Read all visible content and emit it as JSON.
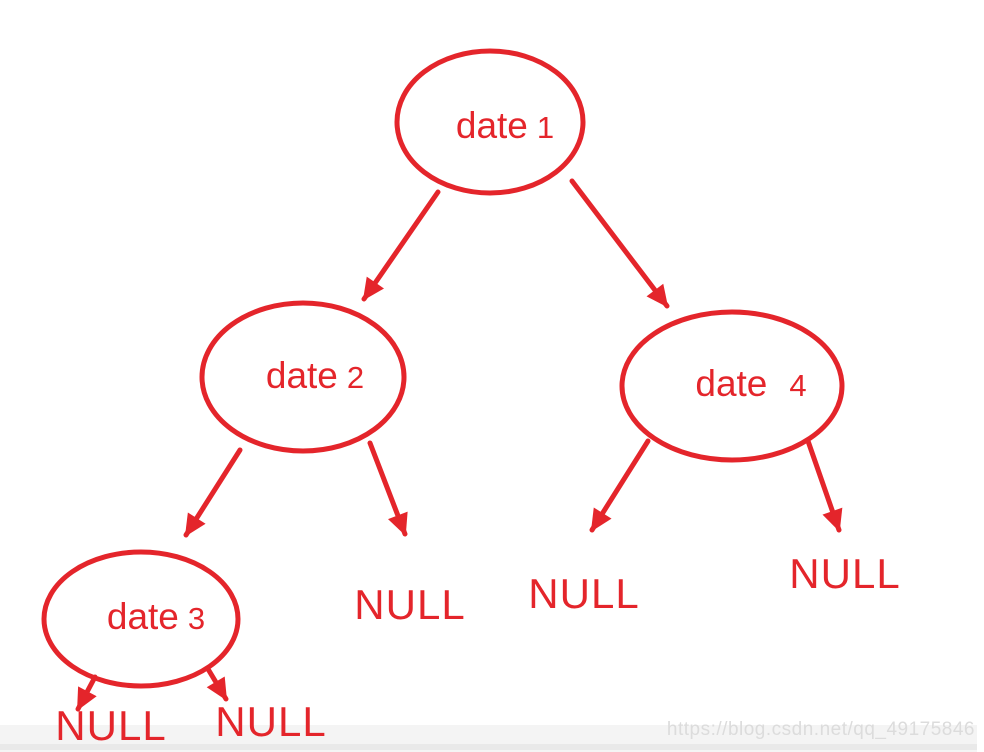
{
  "diagram": {
    "red": "#e4252b",
    "nodes": {
      "n1": {
        "word": "date",
        "num": "1"
      },
      "n2": {
        "word": "date",
        "num": "2"
      },
      "n3": {
        "word": "date",
        "num": "3"
      },
      "n4": {
        "word": "date",
        "num": "4"
      }
    },
    "nulls": {
      "n2_right": "NULL",
      "n4_left": "NULL",
      "n4_right": "NULL",
      "n3_left": "NULL",
      "n3_right": "NULL"
    }
  },
  "watermark": {
    "text": "https://blog.csdn.net/qq_49175846",
    "text_color": "#dcdcdc",
    "band_color": "#f4f4f4"
  }
}
